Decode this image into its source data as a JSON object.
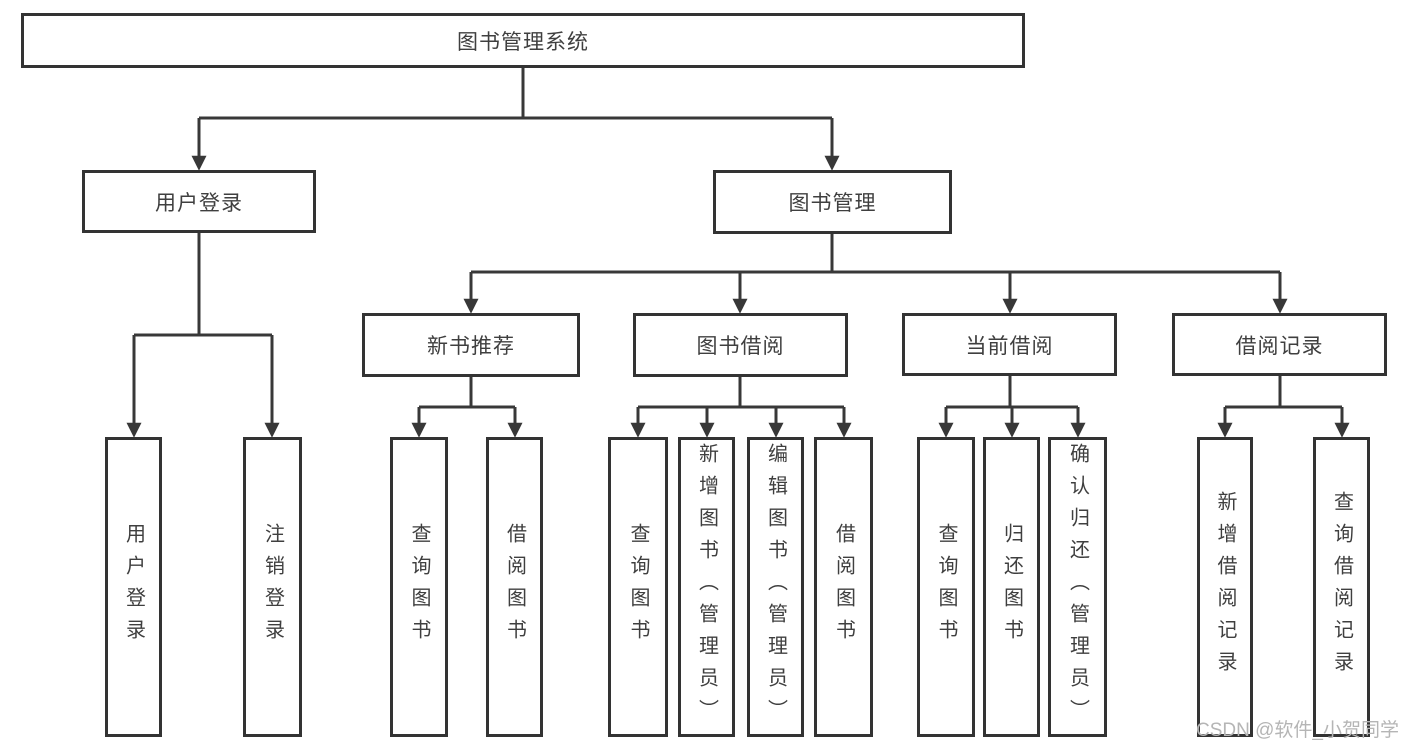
{
  "colors": {
    "line": "#383838",
    "box-border": "#333333",
    "text": "#3f3f3f",
    "watermark": "#b5b5b5",
    "background": "#ffffff"
  },
  "tree": {
    "root": "图书管理系统",
    "children": [
      {
        "label": "用户登录",
        "children": [
          "用户登录",
          "注销登录"
        ]
      },
      {
        "label": "图书管理",
        "children": [
          {
            "label": "新书推荐",
            "children": [
              "查询图书",
              "借阅图书"
            ]
          },
          {
            "label": "图书借阅",
            "children": [
              "查询图书",
              "新增图书（管理员）",
              "编辑图书（管理员）",
              "借阅图书"
            ]
          },
          {
            "label": "当前借阅",
            "children": [
              "查询图书",
              "归还图书",
              "确认归还（管理员）"
            ]
          },
          {
            "label": "借阅记录",
            "children": [
              "新增借阅记录",
              "查询借阅记录"
            ]
          }
        ]
      }
    ]
  },
  "watermark": {
    "text": "CSDN @软件_小贺同学"
  }
}
